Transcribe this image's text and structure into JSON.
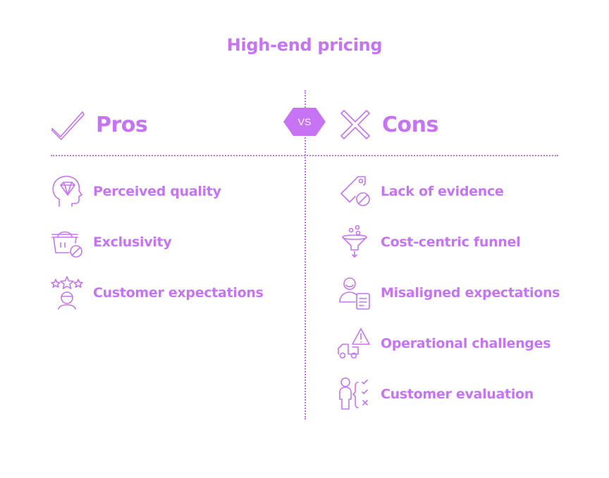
{
  "title": "High-end pricing",
  "vs_label": "VS",
  "pros": {
    "heading": "Pros",
    "items": [
      {
        "label": "Perceived quality",
        "icon": "diamond-head-icon"
      },
      {
        "label": "Exclusivity",
        "icon": "basket-no-icon"
      },
      {
        "label": "Customer expectations",
        "icon": "stars-person-icon"
      }
    ]
  },
  "cons": {
    "heading": "Cons",
    "items": [
      {
        "label": "Lack of evidence",
        "icon": "tag-no-icon"
      },
      {
        "label": "Cost-centric funnel",
        "icon": "funnel-icon"
      },
      {
        "label": "Misaligned expectations",
        "icon": "person-document-icon"
      },
      {
        "label": "Operational challenges",
        "icon": "truck-warning-icon"
      },
      {
        "label": "Customer evaluation",
        "icon": "person-checklist-icon"
      }
    ]
  },
  "colors": {
    "accent": "#c774f4"
  }
}
